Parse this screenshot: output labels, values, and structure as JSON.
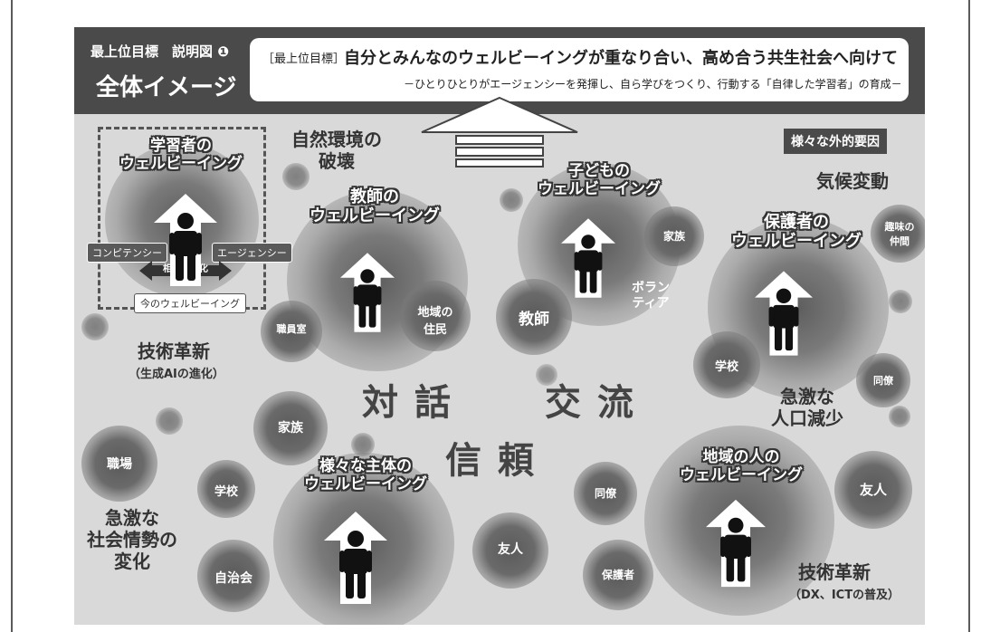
{
  "header": {
    "subtitle": "最上位目標　説明図 ❶",
    "title": "全体イメージ",
    "goal_label": "［最上位目標］",
    "goal_main": "自分とみんなのウェルビーイングが重なり合い、高め合う共生社会へ向けて",
    "goal_sub": "－ひとりひとりがエージェンシーを発揮し、自ら学びをつくり、行動する「自律した学習者」の育成－"
  },
  "external_factors_badge": "様々な外的要因",
  "factors": {
    "nature": "自然環境の\n破壊",
    "climate": "気候変動",
    "tech1": "技術革新",
    "tech1_sub": "（生成AIの進化）",
    "population": "急激な\n人口減少",
    "social": "急激な\n社会情勢の\n変化",
    "tech2": "技術革新",
    "tech2_sub": "（DX、ICTの普及）"
  },
  "center_words": {
    "dialogue": "対話",
    "exchange": "交流",
    "trust": "信頼"
  },
  "learner_box": {
    "title": "学習者の\nウェルビーイング",
    "competency": "コンピテンシー",
    "agency": "エージェンシー",
    "mutual": "相互に強化",
    "current": "今のウェルビーイング"
  },
  "wellbeing": {
    "teacher": "教師の\nウェルビーイング",
    "child": "子どもの\nウェルビーイング",
    "guardian": "保護者の\nウェルビーイング",
    "various": "様々な主体の\nウェルビーイング",
    "community": "地域の人の\nウェルビーイング"
  },
  "dots": {
    "staff_room": "職員室",
    "residents": "地域の\n住民",
    "teacher2": "教師",
    "family1": "家族",
    "volunteer": "ボラン\nティア",
    "hobby": "趣味の\n仲間",
    "school1": "学校",
    "colleague1": "同僚",
    "family2": "家族",
    "workplace": "職場",
    "school2": "学校",
    "council": "自治会",
    "friend1": "友人",
    "colleague2": "同僚",
    "guardian2": "保護者",
    "friend2": "友人"
  }
}
